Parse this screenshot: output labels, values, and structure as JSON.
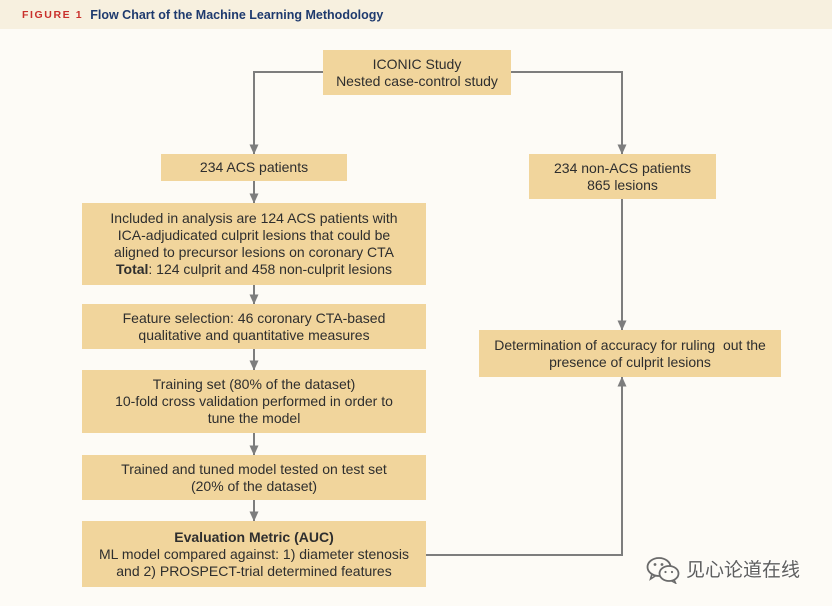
{
  "figure": {
    "label": "FIGURE 1",
    "title": "Flow Chart of the Machine Learning Methodology"
  },
  "nodes": {
    "iconic": {
      "lines": [
        "ICONIC Study",
        "Nested case-control study"
      ]
    },
    "acs": {
      "lines": [
        "234 ACS patients"
      ]
    },
    "non_acs": {
      "lines": [
        "234 non-ACS patients",
        "865 lesions"
      ]
    },
    "included": {
      "lines": [
        "Included in analysis are 124 ACS patients with",
        "ICA-adjudicated culprit lesions that could be",
        "aligned to precursor lesions on coronary CTA"
      ],
      "total_label": "Total",
      "total_text": ": 124 culprit and 458 non-culprit lesions"
    },
    "feature_selection": {
      "lines": [
        "Feature selection: 46 coronary CTA-based",
        "qualitative and quantitative measures"
      ]
    },
    "training": {
      "lines": [
        "Training set (80% of the dataset)",
        "10-fold cross validation performed in order to",
        "tune the model"
      ]
    },
    "testing": {
      "lines": [
        "Trained and tuned model tested on test set",
        "(20% of the dataset)"
      ]
    },
    "evaluation": {
      "heading": "Evaluation Metric (AUC)",
      "lines": [
        "ML model compared against: 1) diameter stenosis",
        "and 2) PROSPECT-trial determined features"
      ]
    },
    "determination": {
      "lines": [
        "Determination of accuracy for ruling  out the",
        "presence of culprit lesions"
      ]
    }
  },
  "watermark": {
    "icon": "wechat-icon",
    "text": "见心论道在线"
  },
  "colors": {
    "background": "#fdfbf6",
    "header_background": "#f7f0df",
    "box_fill": "#f1d59c",
    "box_text": "#2e2e2e",
    "arrow": "#7d7d7d",
    "figure_label": "#c9302c",
    "figure_title": "#1e3a6e",
    "watermark": "#5e5e5e"
  }
}
